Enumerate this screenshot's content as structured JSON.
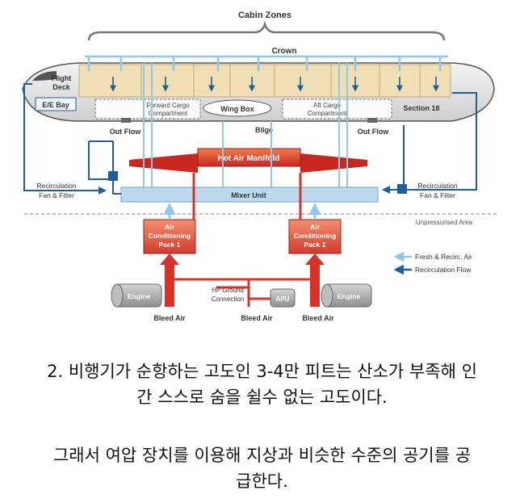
{
  "diagram": {
    "cabin_zones": "Cabin Zones",
    "crown": "Crown",
    "flight_deck": [
      "Flight",
      "Deck"
    ],
    "ee_bay": "E/E Bay",
    "forward_cargo": [
      "Forward Cargo",
      "Compartment"
    ],
    "wing_box": "Wing Box",
    "aft_cargo": [
      "Aft Cargo",
      "Compartment"
    ],
    "section18": "Section 18",
    "out_flow_left": "Out Flow",
    "out_flow_right": "Out Flow",
    "bilge": "Bilge",
    "hot_air_manifold": "Hot Air Manifold",
    "recirc_left": [
      "Recirculation",
      "Fan & Filter"
    ],
    "recirc_right": [
      "Recirculation",
      "Fan & Filter"
    ],
    "mixer_unit": "Mixer Unit",
    "unpressurised_area": "Unpressurised Area",
    "pack1": [
      "Air",
      "Conditioning",
      "Pack 1"
    ],
    "pack2": [
      "Air",
      "Conditioning",
      "Pack 2"
    ],
    "legend_fresh": "Fresh & Recirc. Air",
    "legend_recirc": "Recirculation Flow",
    "hp_ground": [
      "HP Ground",
      "Connection"
    ],
    "engine_left": "Engine",
    "engine_right": "Engine",
    "apu": "APU",
    "bleed_air_left": "Bleed Air",
    "bleed_air_center": "Bleed Air",
    "bleed_air_right": "Bleed Air",
    "colors": {
      "fresh_air": "#8ec8ea",
      "recirc_flow": "#1f5e9c",
      "hot_air": "#d8322b",
      "cabin_fill": "#f0deb4",
      "mixer_fill": "#bcd9ee",
      "pack_fill": "#e14a38"
    }
  },
  "caption": {
    "paragraph1": [
      "2. 비행기가 순항하는 고도인 3-4만 피트는 산소가 부족해 인",
      "간 스스로 숨을 쉴수 없는 고도이다."
    ],
    "paragraph2": [
      "그래서 여압 장치를 이용해 지상과 비슷한 수준의 공기를 공",
      "급한다."
    ]
  }
}
